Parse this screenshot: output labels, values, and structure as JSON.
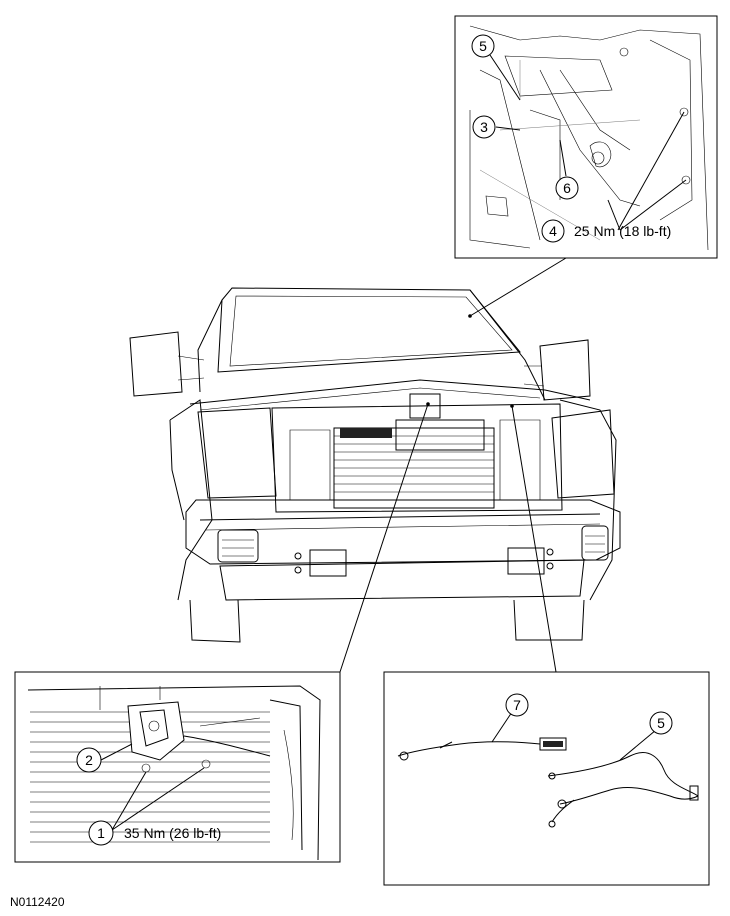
{
  "figure_id": "N0112420",
  "callouts": {
    "c1": "1",
    "c2": "2",
    "c3": "3",
    "c4": "4",
    "c5_top": "5",
    "c5_harness": "5",
    "c6": "6",
    "c7": "7"
  },
  "torque_specs": {
    "bolts_item4": "25 Nm (18 lb-ft)",
    "bolts_item1": "35 Nm (26 lb-ft)"
  },
  "colors": {
    "line": "#000000",
    "background": "#ffffff"
  }
}
